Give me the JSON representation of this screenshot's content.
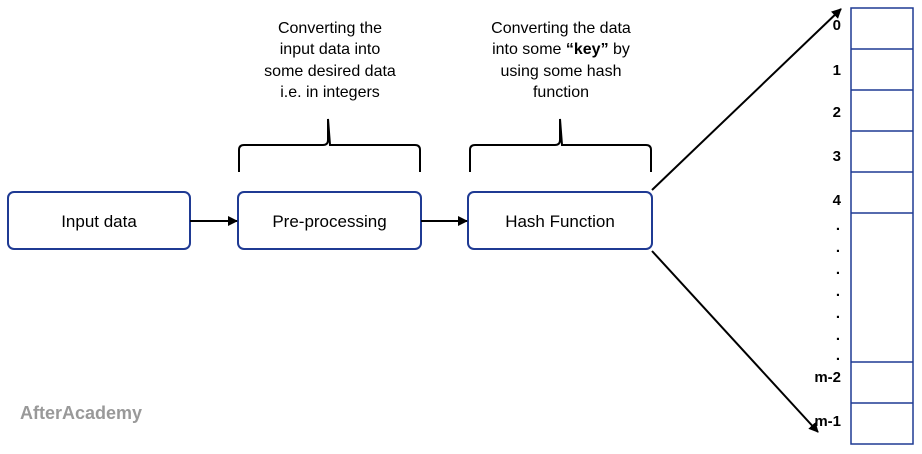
{
  "boxes": {
    "input": "Input data",
    "preprocessing": "Pre-processing",
    "hash": "Hash Function"
  },
  "notes": {
    "preprocessing": [
      "Converting the",
      "input data into",
      "some desired data",
      "i.e. in integers"
    ],
    "hash": {
      "line1": "Converting the data",
      "line2_before": "into some ",
      "line2_key": "“key”",
      "line2_after": " by",
      "line3": "using some hash",
      "line4": "function"
    }
  },
  "table": {
    "indices": [
      "0",
      "1",
      "2",
      "3",
      "4",
      "m-2",
      "m-1"
    ],
    "ellipsis_dots": [
      ".",
      ".",
      ".",
      ".",
      ".",
      ".",
      "."
    ]
  },
  "brand": "AfterAcademy",
  "colors": {
    "box_stroke": "#1f3a93",
    "line": "#000000",
    "brand": "#999999"
  }
}
